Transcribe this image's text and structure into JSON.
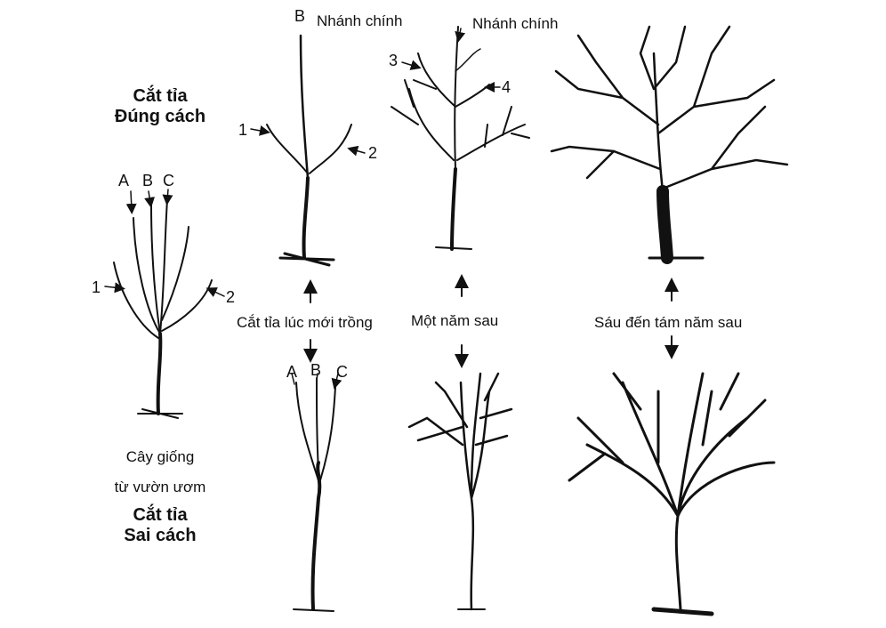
{
  "headings": {
    "correct_line1": "Cắt tỉa",
    "correct_line2": "Đúng cách",
    "wrong_line1": "Cắt tỉa",
    "wrong_line2": "Sai cách"
  },
  "seedling": {
    "labels": [
      "A",
      "B",
      "C"
    ],
    "left_num": "1",
    "right_num": "2",
    "caption_line1": "Cây giống",
    "caption_line2": "từ vườn ươm"
  },
  "stages": {
    "planting": "Cắt tỉa lúc mới trồng",
    "one_year": "Một năm sau",
    "six_eight": "Sáu đến tám năm sau"
  },
  "correct_tree1": {
    "top_letter": "B",
    "main_branch": "Nhánh chính",
    "left_num": "1",
    "right_num": "2"
  },
  "correct_tree2": {
    "main_branch": "Nhánh chính",
    "num3": "3",
    "num4": "4"
  },
  "wrong_tree1": {
    "labels": [
      "A",
      "B",
      "C"
    ]
  }
}
